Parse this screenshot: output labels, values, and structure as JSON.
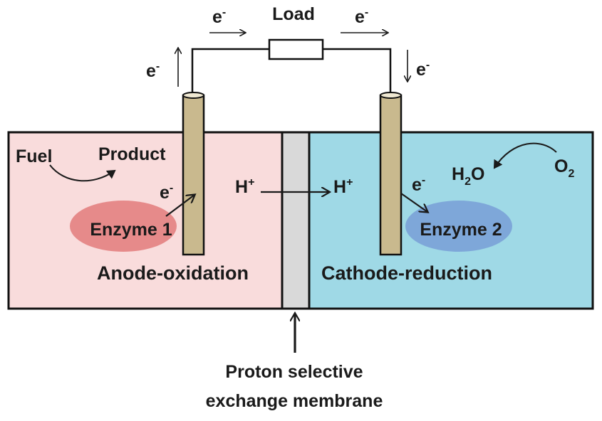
{
  "load": {
    "label": "Load"
  },
  "electron": {
    "base": "e",
    "charge": "-"
  },
  "proton": {
    "base": "H",
    "charge": "+"
  },
  "anode": {
    "fuel": "Fuel",
    "product": "Product",
    "enzyme": "Enzyme 1",
    "label": "Anode-oxidation"
  },
  "cathode": {
    "water_h": "H",
    "water_sub": "2",
    "water_o": "O",
    "oxygen": "O",
    "oxygen_sub": "2",
    "enzyme": "Enzyme 2",
    "label": "Cathode-reduction"
  },
  "membrane": {
    "line1": "Proton selective",
    "line2": "exchange membrane"
  },
  "colors": {
    "anode_fill": "#f9dcdc",
    "cathode_fill": "#9fd9e6",
    "membrane_fill": "#d9d9d9",
    "electrode_fill": "#c9b98e",
    "enzyme1_fill": "#e68a8a",
    "enzyme2_fill": "#7ea7d9"
  }
}
